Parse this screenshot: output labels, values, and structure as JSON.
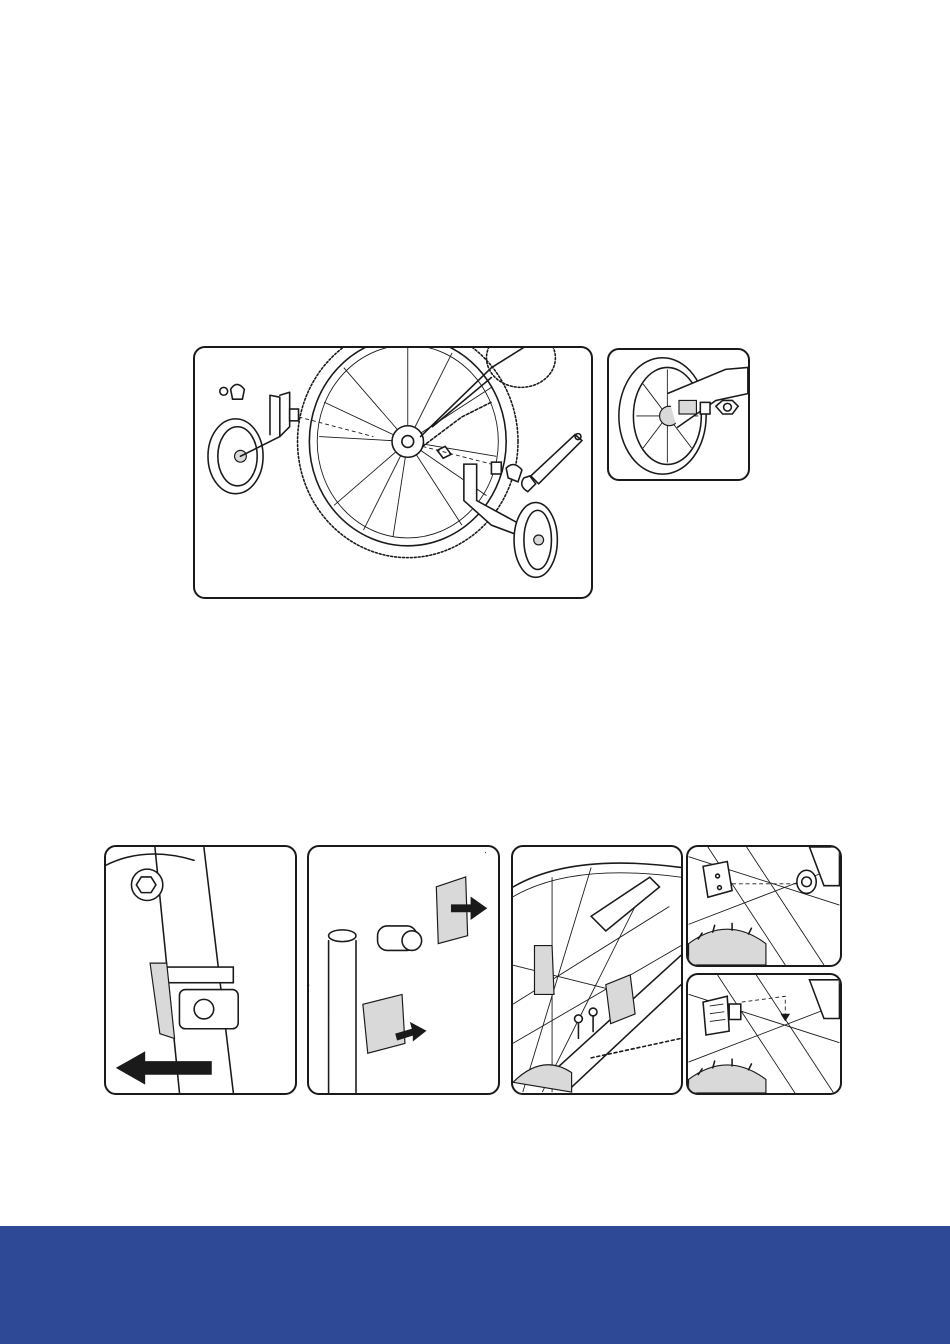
{
  "page": {
    "background": "#ffffff"
  },
  "footer": {
    "color": "#2e4a97"
  },
  "figures": [
    {
      "id": "training-wheel-assembly",
      "icons": [
        "rear-wheel-icon",
        "training-wheel-icon",
        "wrench-icon",
        "nut-icon",
        "bracket-icon"
      ]
    },
    {
      "id": "axle-nut-detail",
      "icons": [
        "training-wheel-icon",
        "axle-bolt-icon",
        "nut-icon"
      ]
    },
    {
      "id": "seat-post-reflector",
      "icons": [
        "reflector-icon",
        "arrow-left-icon"
      ]
    },
    {
      "id": "handlebar-reflector",
      "icons": [
        "reflector-icon",
        "arrow-right-icon"
      ]
    },
    {
      "id": "wheel-reflector",
      "icons": [
        "reflector-icon",
        "spokes-icon",
        "chain-icon"
      ]
    },
    {
      "id": "rear-reflector-bolt",
      "icons": [
        "reflector-icon",
        "nut-icon",
        "gear-icon"
      ]
    },
    {
      "id": "rear-reflector-mount",
      "icons": [
        "reflector-icon",
        "dashed-arrow-icon",
        "gear-icon"
      ]
    }
  ]
}
